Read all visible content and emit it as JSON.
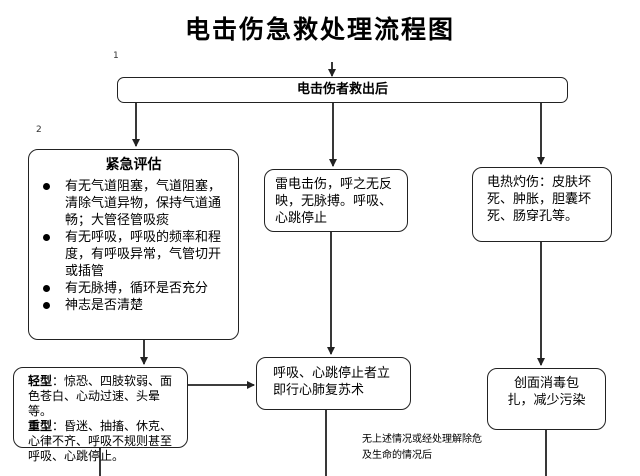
{
  "title": "电击伤急救处理流程图",
  "step_numbers": [
    "1",
    "2"
  ],
  "rescued": "电击伤者救出后",
  "emergency": {
    "heading": "紧急评估",
    "items": [
      "有无气道阻塞，气道阻塞，清除气道异物，保持气道通畅；大管径管吸痰",
      "有无呼吸，呼吸的频率和程度，有呼吸异常，气管切开或插管",
      "有无脉搏，循环是否充分",
      "神志是否清楚"
    ]
  },
  "lightning": "雷电击伤，呼之无反映，无脉搏。呼吸、心跳停止",
  "thermal": "电热灼伤：皮肤坏死、肿胀，胆囊坏死、肠穿孔等。",
  "severity": {
    "mild_label": "轻型",
    "mild_text": "：惊恐、四肢软弱、面色苍白、心动过速、头晕等。",
    "severe_label": "重型",
    "severe_text": "：昏迷、抽搐、休克、心律不齐、呼吸不规则甚至呼吸、心跳停止。"
  },
  "cpr": "呼吸、心跳停止者立即行心肺复苏术",
  "wound": "创面消毒包扎，减少污染",
  "note": "无上述情况或经处理解除危及生命的情况后"
}
